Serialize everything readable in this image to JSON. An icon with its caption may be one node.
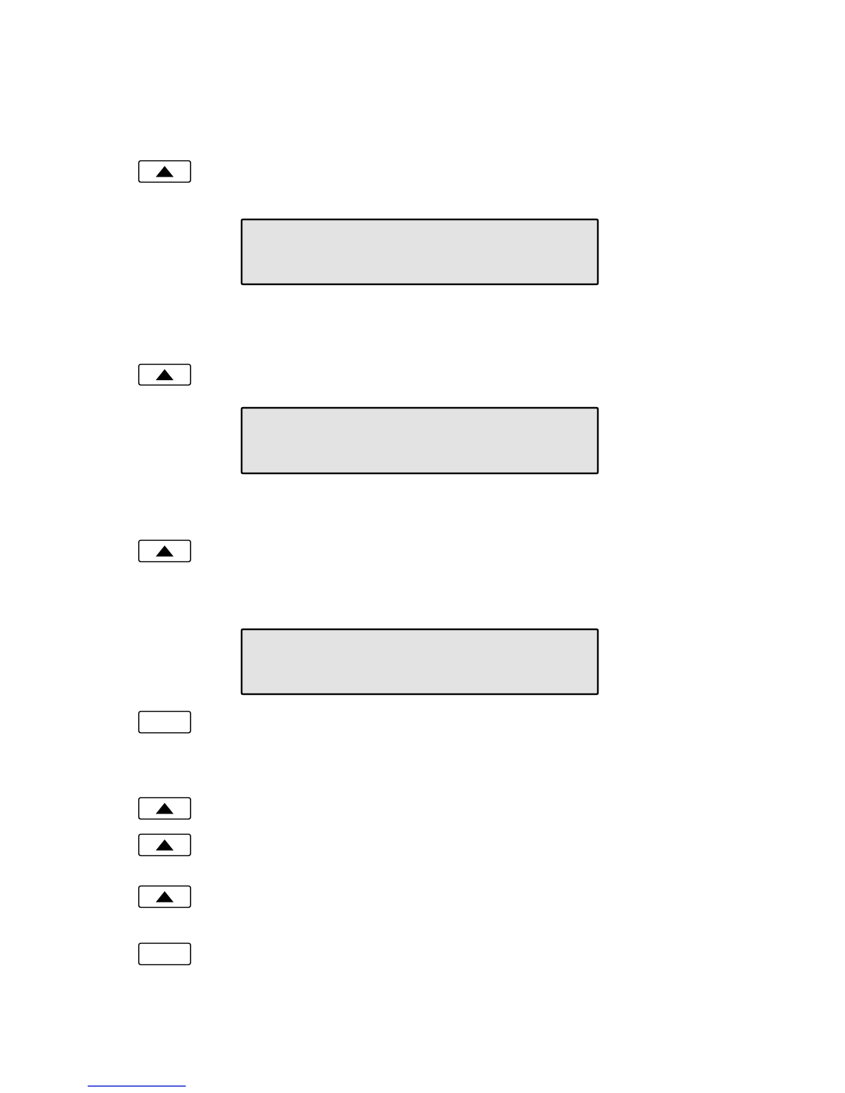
{
  "diagram": {
    "nodes": [
      {
        "text": [],
        "shape": "button"
      },
      {
        "text": [],
        "shape": "triangle",
        "in": 0
      },
      {
        "text": [],
        "shape": "box"
      },
      {
        "text": [],
        "shape": "button"
      },
      {
        "text": [],
        "shape": "triangle",
        "in": 3
      },
      {
        "text": [],
        "shape": "box"
      },
      {
        "text": [],
        "shape": "button"
      },
      {
        "text": [],
        "shape": "triangle",
        "in": 6
      },
      {
        "text": [],
        "shape": "box"
      },
      {
        "text": [],
        "shape": "button"
      },
      {
        "text": [],
        "shape": "button"
      },
      {
        "text": [],
        "shape": "triangle",
        "in": 10
      },
      {
        "text": [],
        "shape": "button"
      },
      {
        "text": [],
        "shape": "triangle",
        "in": 12
      },
      {
        "text": [],
        "shape": "button"
      },
      {
        "text": [],
        "shape": "triangle",
        "in": 14
      },
      {
        "text": [],
        "shape": "button"
      }
    ]
  }
}
